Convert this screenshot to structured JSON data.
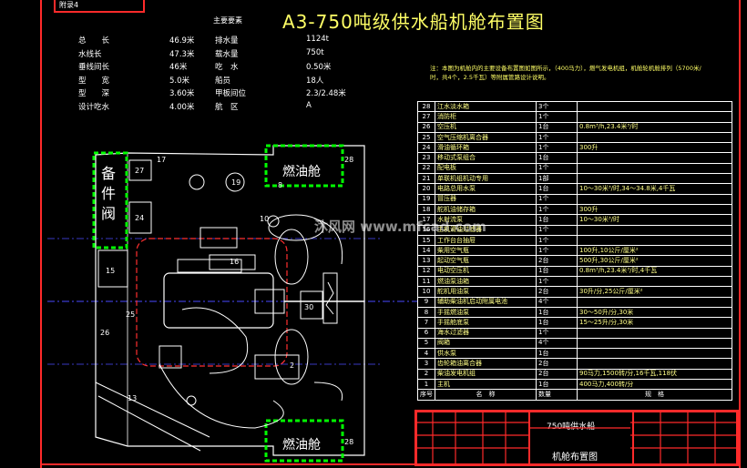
{
  "header": {
    "title": "A3-750吨级供水船机舱布置图",
    "subtitle": "主要要素",
    "corner_tag": "附录4"
  },
  "particulars": [
    {
      "k1": "总　　长",
      "v1": "46.9米",
      "k2": "排水量",
      "v2": "1124t"
    },
    {
      "k1": "水线长",
      "v1": "47.3米",
      "k2": "载水量",
      "v2": "750t"
    },
    {
      "k1": "垂线间长",
      "v1": "46米",
      "k2": "吃　水",
      "v2": "0.50米"
    },
    {
      "k1": "型　　宽",
      "v1": "5.0米",
      "k2": "船员",
      "v2": "18人"
    },
    {
      "k1": "型　　深",
      "v1": "3.60米",
      "k2": "甲板间位",
      "v2": "2.3/2.48米"
    },
    {
      "k1": "设计吃水",
      "v1": "4.00米",
      "k2": "航　区",
      "v2": "A"
    }
  ],
  "note": "注：本图为机舱内的主要设备布置图如图所示，（400马力），燃气发电机组，机舱轮机舱排列（5700米/时，共4个，2.5千瓦）等附属管路设计说明。",
  "legend_rows": [
    {
      "n": "28",
      "name": "江水淡水箱",
      "qty": "3个",
      "spec": ""
    },
    {
      "n": "27",
      "name": "消防柜",
      "qty": "1个",
      "spec": ""
    },
    {
      "n": "26",
      "name": "空压机",
      "qty": "1台",
      "spec": "0.8m³/h,23.4米³/时"
    },
    {
      "n": "25",
      "name": "空气压缩机离合器",
      "qty": "1个",
      "spec": ""
    },
    {
      "n": "24",
      "name": "滑油循环箱",
      "qty": "1个",
      "spec": "300升"
    },
    {
      "n": "23",
      "name": "移动式泵组合",
      "qty": "1台",
      "spec": ""
    },
    {
      "n": "22",
      "name": "配电板",
      "qty": "1个",
      "spec": ""
    },
    {
      "n": "21",
      "name": "单联机组机动专用",
      "qty": "1部",
      "spec": ""
    },
    {
      "n": "20",
      "name": "电路总用水泵",
      "qty": "1台",
      "spec": "10～30米³/时,34～34.8米,4千瓦"
    },
    {
      "n": "19",
      "name": "冒压器",
      "qty": "1个",
      "spec": ""
    },
    {
      "n": "18",
      "name": "舵机油储存箱",
      "qty": "1个",
      "spec": "300升"
    },
    {
      "n": "17",
      "name": "水射流泵",
      "qty": "1台",
      "spec": "10～30米³/时"
    },
    {
      "n": "16",
      "name": "主机滑油过滤器",
      "qty": "1个",
      "spec": ""
    },
    {
      "n": "15",
      "name": "工作台台抽屉",
      "qty": "1个",
      "spec": ""
    },
    {
      "n": "14",
      "name": "柴用空气瓶",
      "qty": "1个",
      "spec": "100升,10公斤/厘米²"
    },
    {
      "n": "13",
      "name": "起动空气瓶",
      "qty": "2台",
      "spec": "500升,30公斤/厘米²"
    },
    {
      "n": "12",
      "name": "电动空压机",
      "qty": "1台",
      "spec": "0.8m³/h,23.4米³/时,4千瓦"
    },
    {
      "n": "11",
      "name": "燃油泵油箱",
      "qty": "1个",
      "spec": ""
    },
    {
      "n": "10",
      "name": "舵机用油泵",
      "qty": "2台",
      "spec": "30升/分,25公斤/厘米²"
    },
    {
      "n": "9",
      "name": "辅助柴油机启动附属电池",
      "qty": "4个",
      "spec": ""
    },
    {
      "n": "8",
      "name": "手摇燃油泵",
      "qty": "1台",
      "spec": "30～50升/分,30米"
    },
    {
      "n": "7",
      "name": "手摇舱底泵",
      "qty": "1台",
      "spec": "15～25升/分,30米"
    },
    {
      "n": "6",
      "name": "海水过滤器",
      "qty": "1个",
      "spec": ""
    },
    {
      "n": "5",
      "name": "阀箱",
      "qty": "4个",
      "spec": ""
    },
    {
      "n": "4",
      "name": "供水泵",
      "qty": "1台",
      "spec": ""
    },
    {
      "n": "3",
      "name": "齿轮箱油离合器",
      "qty": "2台",
      "spec": ""
    },
    {
      "n": "2",
      "name": "柴油发电机组",
      "qty": "2台",
      "spec": "90马力,1500转/分,16千瓦,118伏"
    },
    {
      "n": "1",
      "name": "主机",
      "qty": "1台",
      "spec": "400马力,400转/分"
    }
  ],
  "legend_header": {
    "n": "序号",
    "name": "名　称",
    "qty": "数量",
    "spec": "规　格"
  },
  "plan_labels": {
    "fuel_tank_top": "燃油舱",
    "fuel_tank_bottom": "燃油舱",
    "spare_valve": "备件阀"
  },
  "title_block": {
    "project": "750吨供水船",
    "drawing": "机舱布置图"
  },
  "watermark": "沐风网 www.mfcad.com",
  "colors": {
    "frame": "#ff2a2a",
    "text_yellow": "#ffff66",
    "lines": "#ffffff",
    "dash": "#ff3030",
    "green": "#00ff00",
    "center": "#4a4aff"
  }
}
